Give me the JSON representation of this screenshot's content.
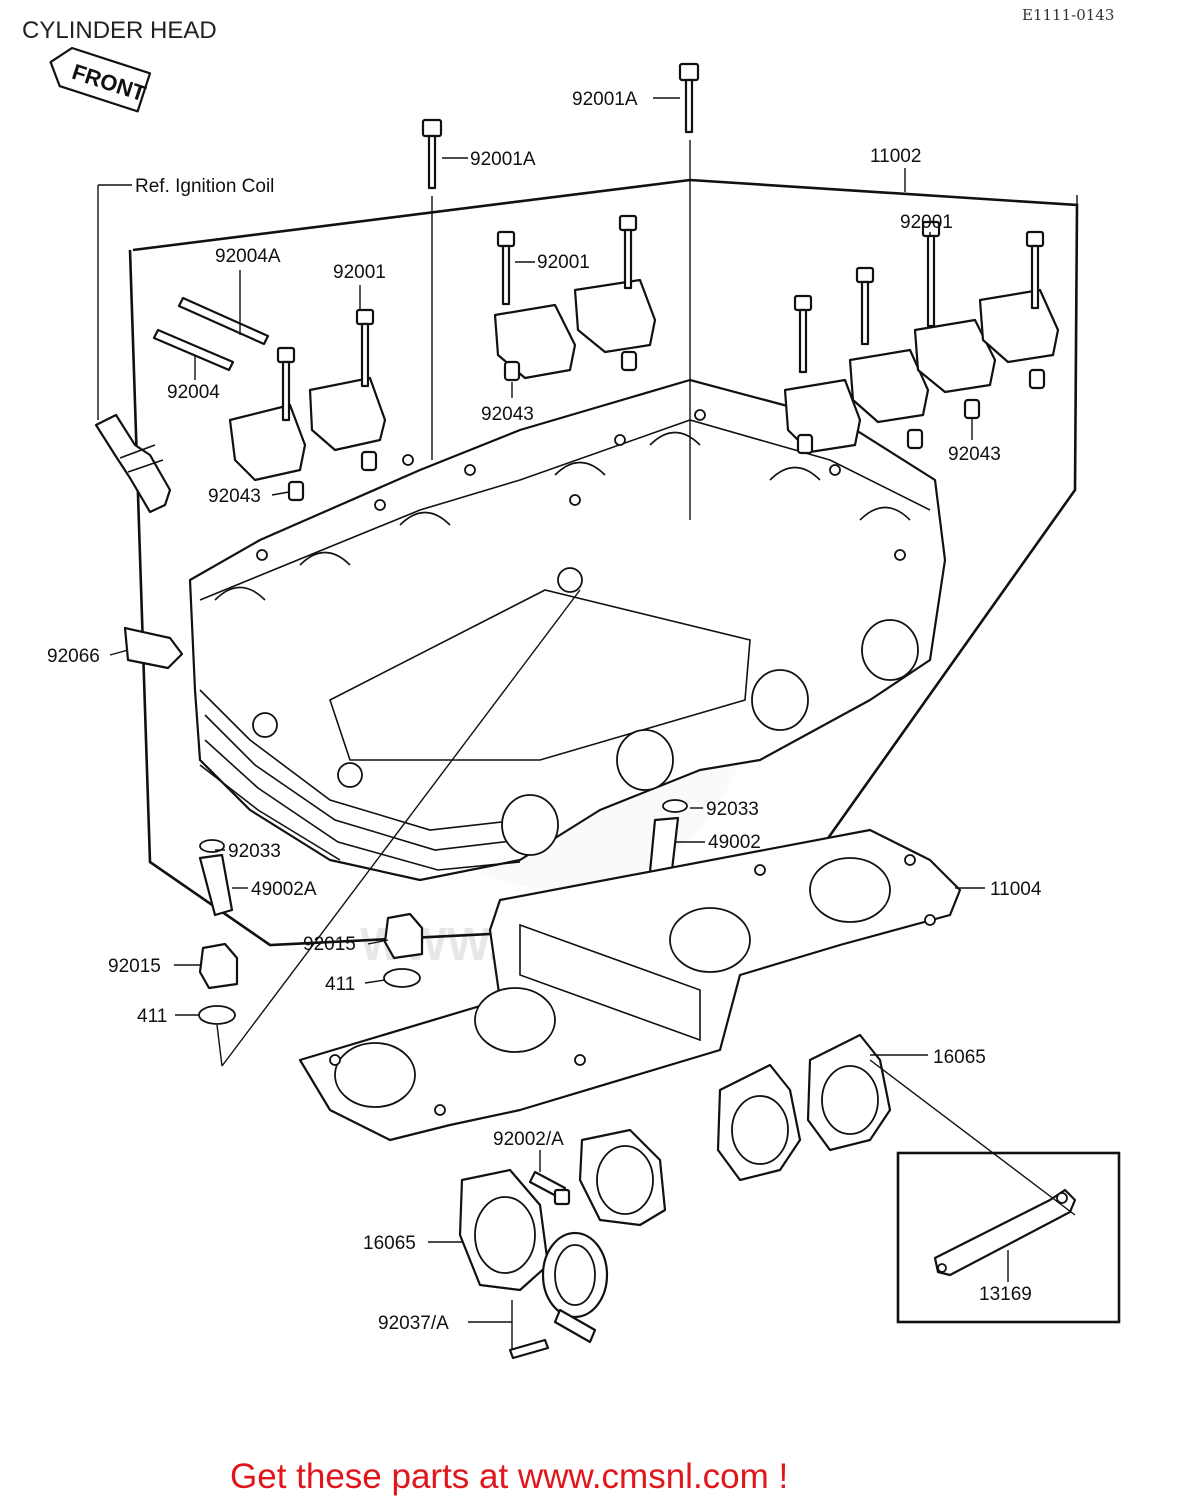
{
  "header": {
    "title": "CYLINDER HEAD",
    "code": "E1111-0143",
    "front_tag": "FRONT"
  },
  "watermark": "WWW.CMSNL.COM",
  "callouts": {
    "ref_ignition_coil": "Ref. Ignition Coil",
    "p_92001A_top": "92001A",
    "p_92001A": "92001A",
    "p_11002": "11002",
    "p_92004A": "92004A",
    "p_92001_a": "92001",
    "p_92001_b": "92001",
    "p_92001_c": "92001",
    "p_92004": "92004",
    "p_92043_a": "92043",
    "p_92043_b": "92043",
    "p_92043_c": "92043",
    "p_92066": "92066",
    "p_92033_a": "92033",
    "p_49002": "49002",
    "p_92033_b": "92033",
    "p_49002A": "49002A",
    "p_11004": "11004",
    "p_92015_a": "92015",
    "p_92015_b": "92015",
    "p_411_a": "411",
    "p_411_b": "411",
    "p_16065_a": "16065",
    "p_92002A": "92002/A",
    "p_16065_b": "16065",
    "p_92037A": "92037/A",
    "p_13169": "13169"
  },
  "footer": {
    "text": "Get these parts at www.cmsnl.com !",
    "color": "#e0161b"
  }
}
